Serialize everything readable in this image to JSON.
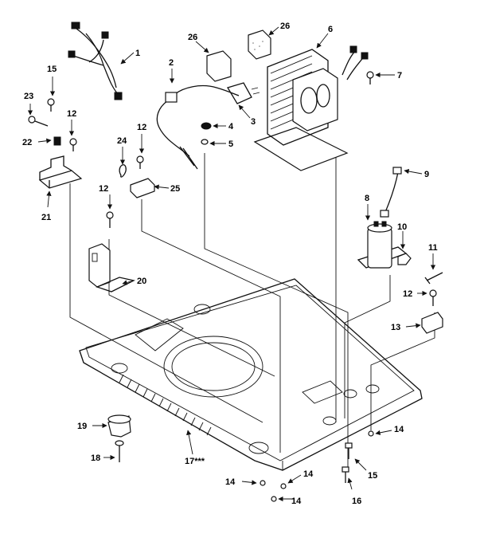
{
  "callouts": {
    "c1": "1",
    "c2": "2",
    "c3": "3",
    "c4": "4",
    "c5": "5",
    "c6": "6",
    "c7": "7",
    "c8": "8",
    "c9": "9",
    "c10": "10",
    "c11": "11",
    "c12a": "12",
    "c12b": "12",
    "c12c": "12",
    "c12d": "12",
    "c13": "13",
    "c14a": "14",
    "c14b": "14",
    "c14c": "14",
    "c14d": "14",
    "c15a": "15",
    "c15b": "15",
    "c16": "16",
    "c17": "17***",
    "c18": "18",
    "c19": "19",
    "c20": "20",
    "c21": "21",
    "c22": "22",
    "c23": "23",
    "c24": "24",
    "c25": "25",
    "c26a": "26",
    "c26b": "26"
  }
}
